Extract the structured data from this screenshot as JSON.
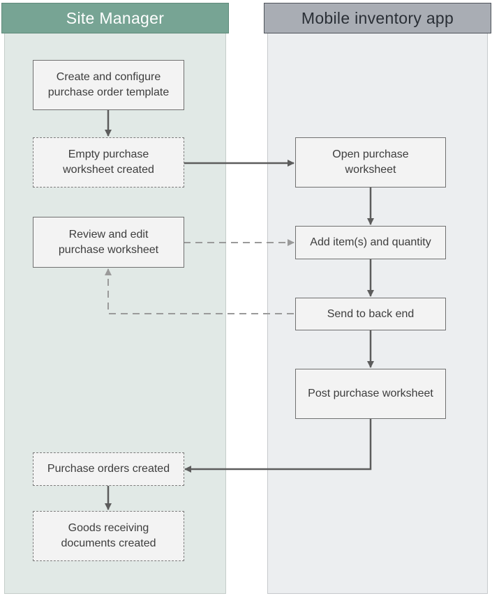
{
  "lanes": {
    "left_title": "Site Manager",
    "right_title": "Mobile inventory app"
  },
  "nodes": {
    "create_template": "Create and configure\npurchase order template",
    "empty_worksheet": "Empty purchase\nworksheet created",
    "review_edit": "Review and edit\npurchase worksheet",
    "purchase_orders": "Purchase orders created",
    "goods_receiving": "Goods receiving\ndocuments created",
    "open_worksheet": "Open purchase\nworksheet",
    "add_items": "Add item(s) and quantity",
    "send_back_end": "Send to back end",
    "post_worksheet": "Post purchase worksheet"
  },
  "colors": {
    "left_lane_header": "#77a494",
    "right_lane_header": "#a9adb4",
    "connector_solid": "#5c5c5c",
    "connector_dashed": "#9a9a9a"
  }
}
